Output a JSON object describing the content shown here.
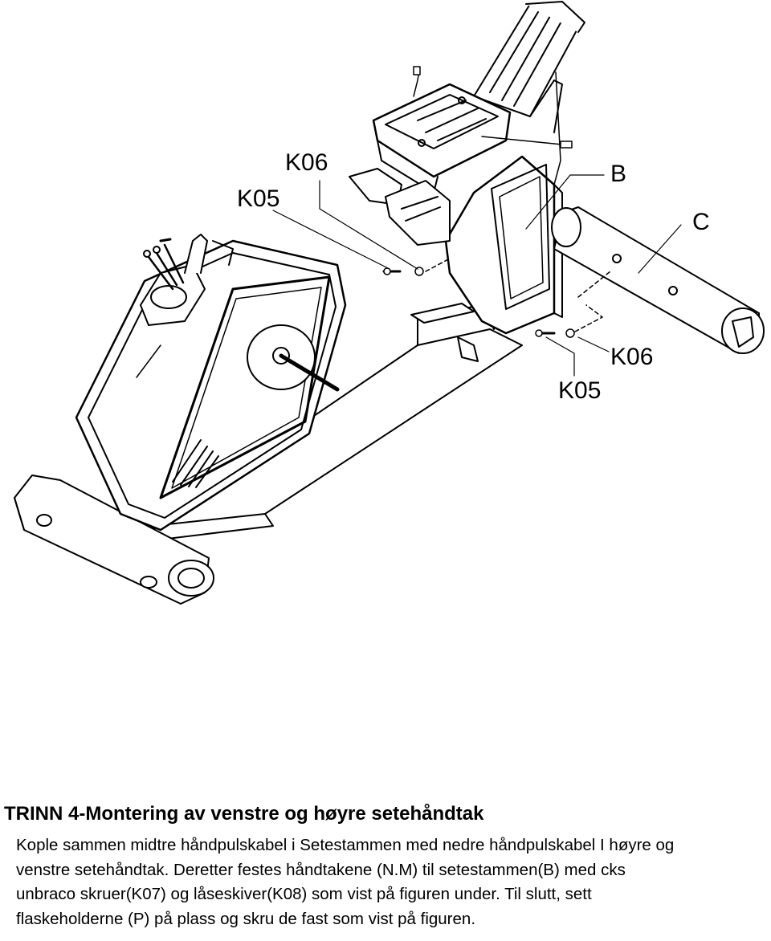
{
  "figure": {
    "callouts": {
      "k05_top": "K05",
      "k06_top": "K06",
      "b": "B",
      "c": "C",
      "k06_bottom": "K06",
      "k05_bottom": "K05"
    }
  },
  "step": {
    "title": "TRINN 4-Montering av venstre og høyre setehåndtak",
    "lines": [
      "Kople sammen midtre håndpulskabel i Setestammen med nedre håndpulskabel I høyre og",
      "venstre setehåndtak. Deretter festes håndtakene (N.M) til setestammen(B) med cks",
      "unbraco skruer(K07) og låseskiver(K08) som vist på figuren under. Til slutt, sett",
      "flaskeholderne (P) på plass og skru de fast som vist på figuren."
    ]
  }
}
